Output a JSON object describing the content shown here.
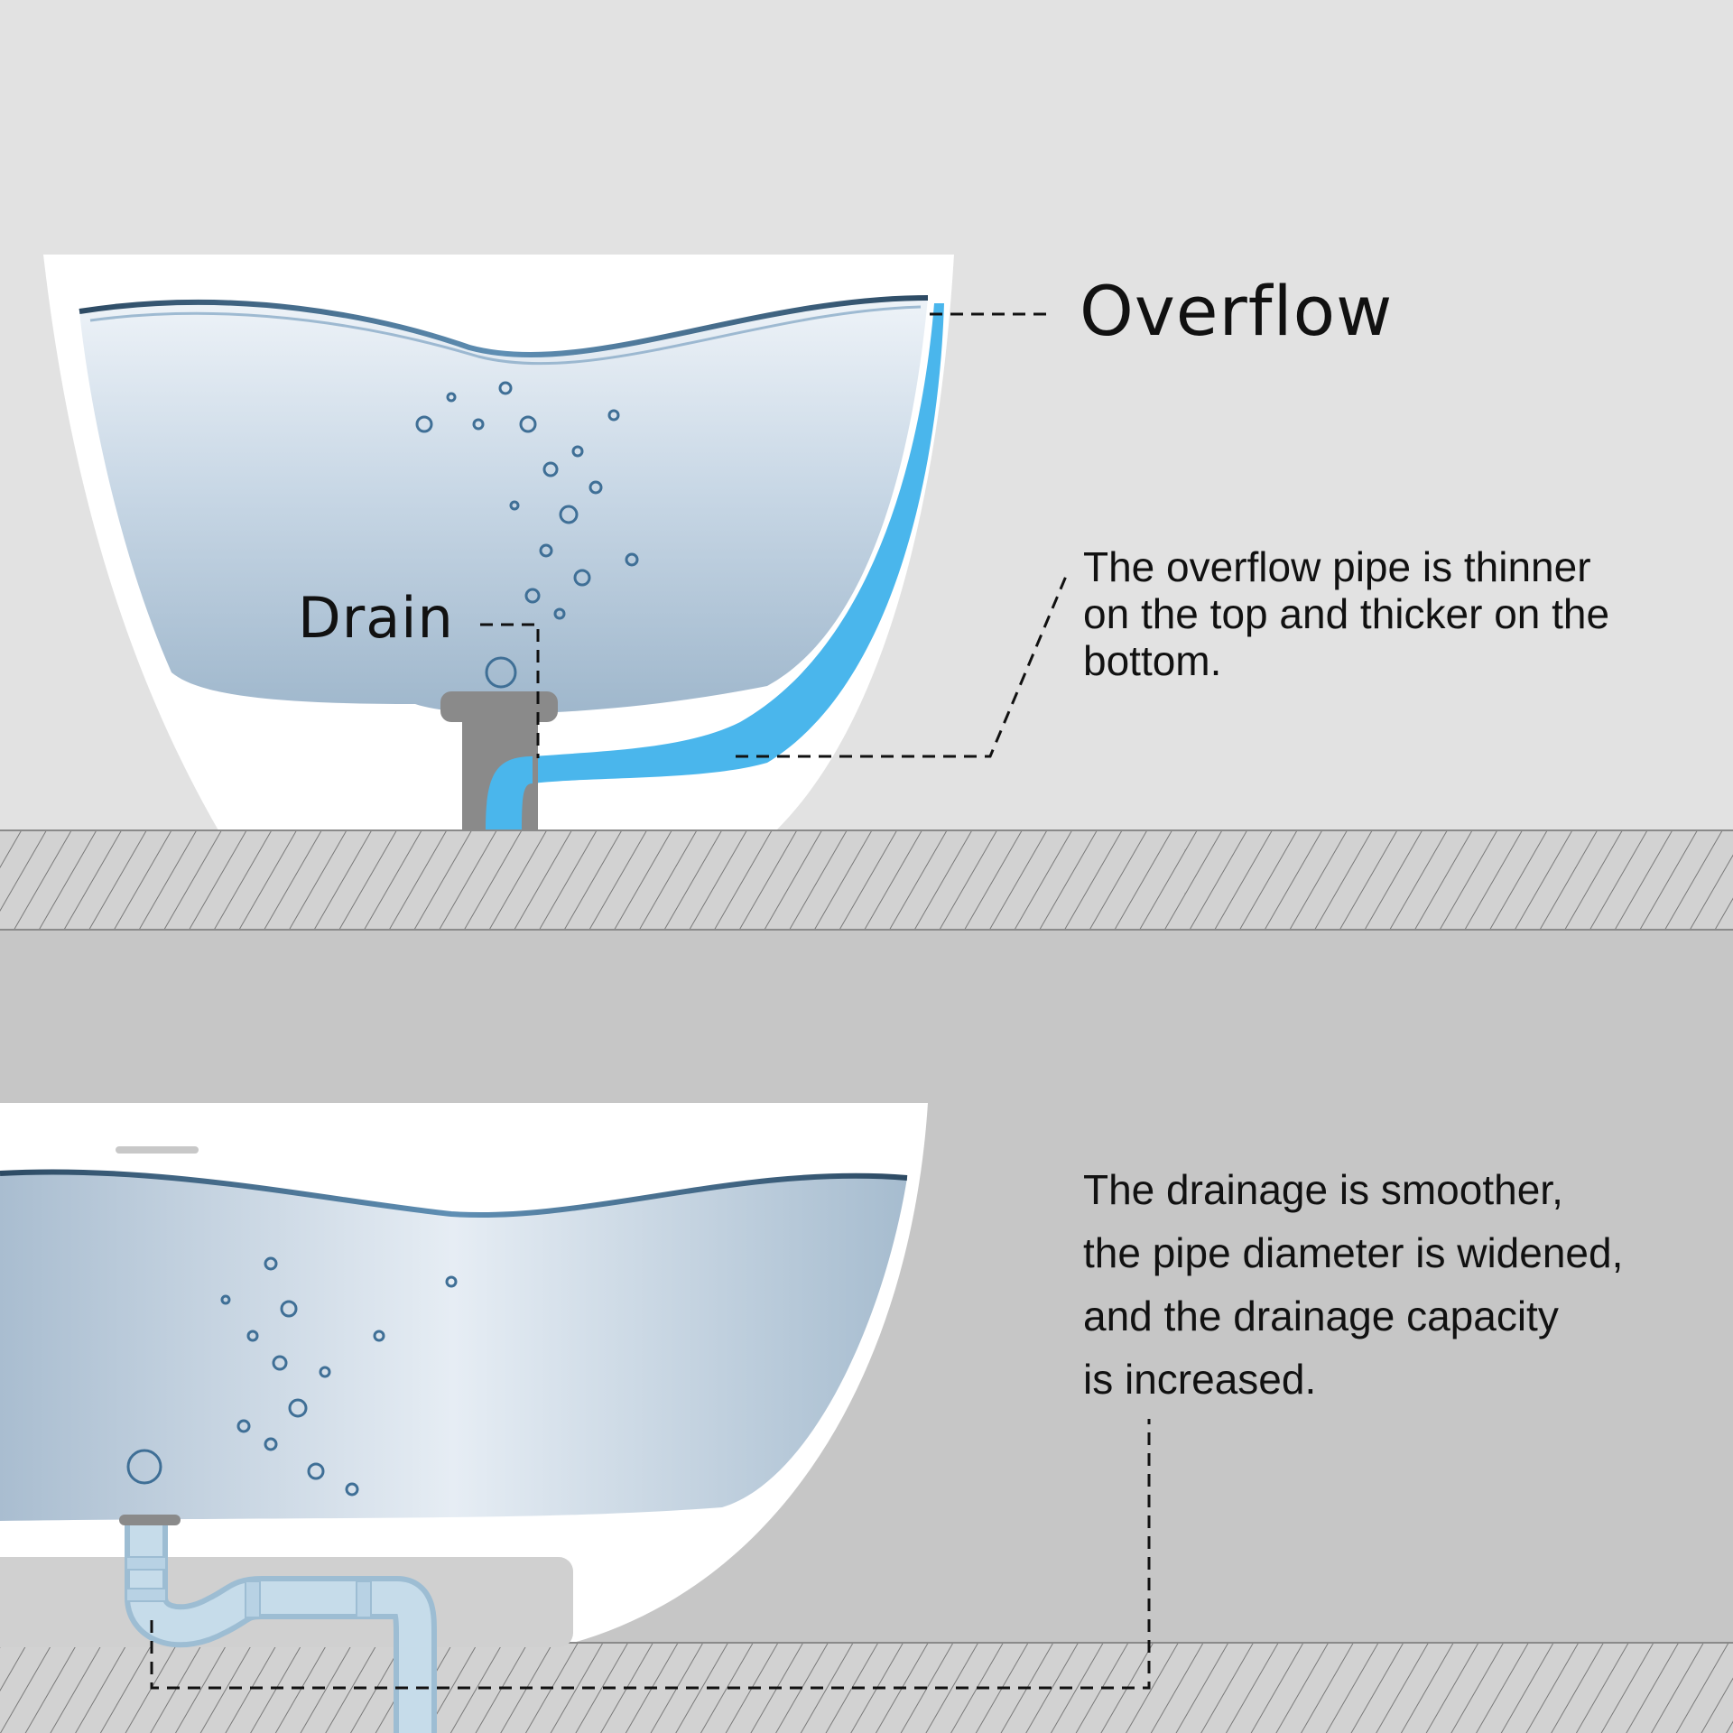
{
  "top_panel": {
    "overflow_label": "Overflow",
    "drain_label": "Drain",
    "note_lines": [
      "The overflow pipe is thinner",
      "on the top and thicker on the",
      "bottom."
    ]
  },
  "bottom_panel": {
    "note_lines": [
      "The drainage is smoother,",
      "the pipe diameter is widened,",
      "and the drainage capacity",
      "is increased."
    ]
  },
  "colors": {
    "background_top": "#e2e2e2",
    "background_bottom": "#c6c6c6",
    "overflow_pipe": "#4ab6ec",
    "drain_fitting": "#8a8a8a",
    "trap_pipe": "#c6dcea",
    "leader_line": "#111111"
  }
}
